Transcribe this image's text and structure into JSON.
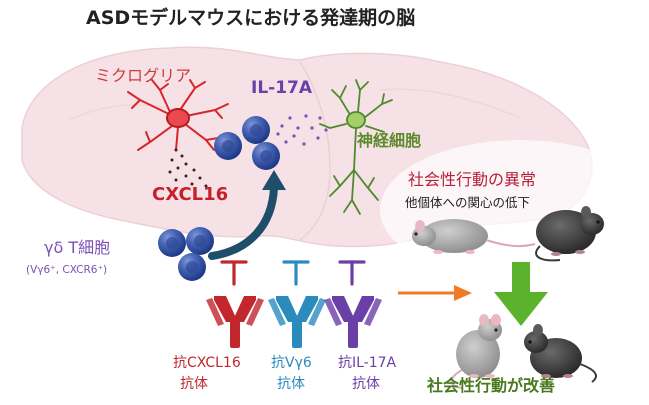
{
  "title": "ASDモデルマウスにおける発達期の脳",
  "labels": {
    "microglia": "ミクログリア",
    "cxcl16": "CXCL16",
    "il17a": "IL-17A",
    "neuron": "神経細胞",
    "gd_t_cell": "γδ T細胞",
    "gd_t_cell_markers": "(Vγ6⁺, CXCR6⁺)",
    "social_abnormality": "社会性行動の異常",
    "social_detail": "他個体への関心の低下",
    "improvement": "社会性行動が改善"
  },
  "antibodies": [
    {
      "name": "抗CXCL16",
      "suffix": "抗体",
      "color": "#c1272d"
    },
    {
      "name": "抗Vγ6",
      "suffix": "抗体",
      "color": "#2b8bbd"
    },
    {
      "name": "抗IL-17A",
      "suffix": "抗体",
      "color": "#6a3fa7"
    }
  ],
  "colors": {
    "brain": "#f6e2e6",
    "brain_outline": "#e8c6cc",
    "t_cell": "#3b57a8",
    "arrow_dark": "#1f4e6b",
    "arrow_orange": "#f07a26",
    "arrow_green": "#5bb22d",
    "mouse_gray": "#9c9c9c",
    "mouse_dark": "#3a3a3a"
  }
}
